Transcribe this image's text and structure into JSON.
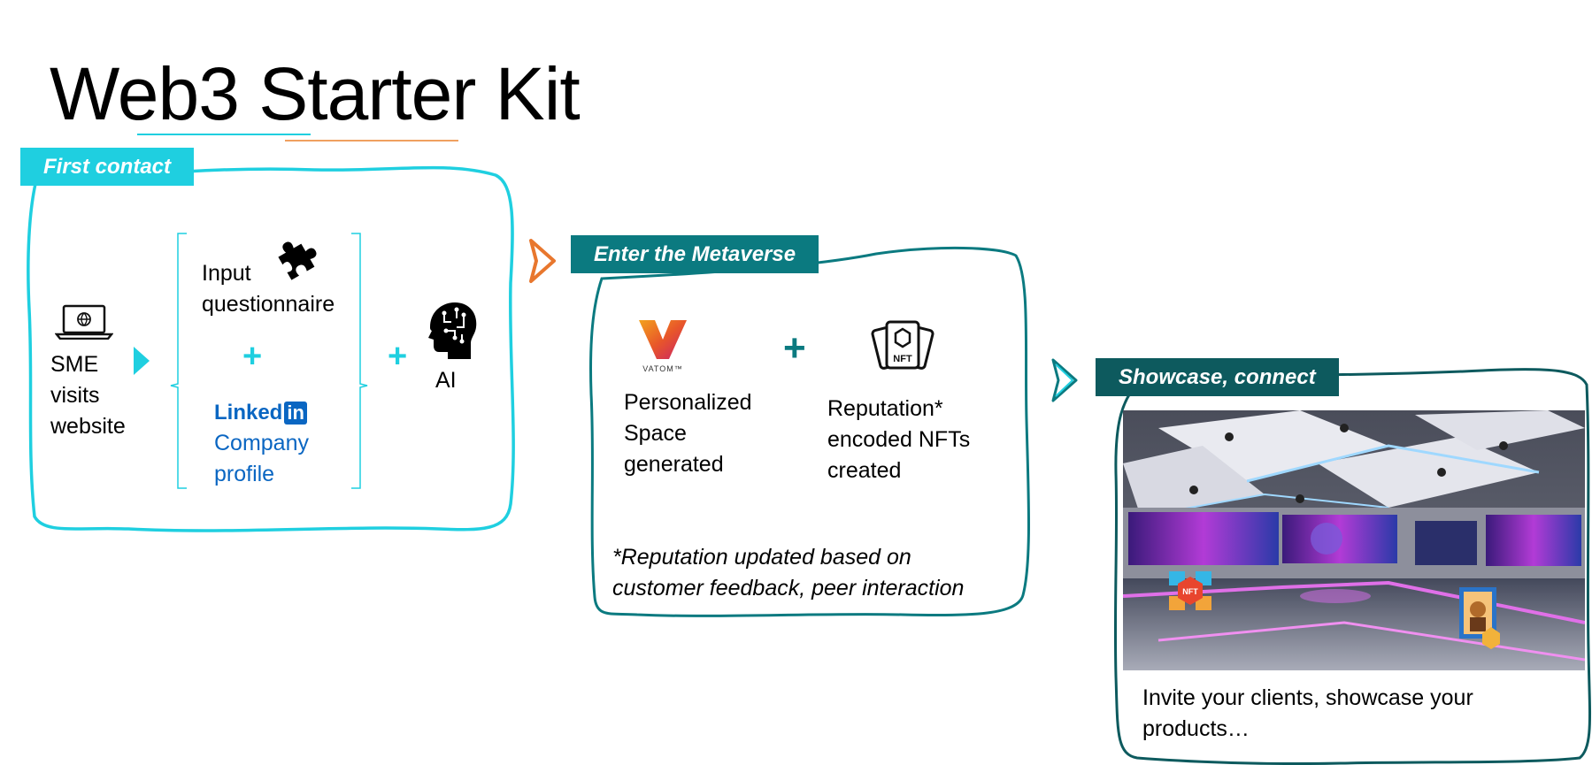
{
  "title": "Web3 Starter Kit",
  "colors": {
    "cyan": "#1fcfe0",
    "teal": "#0b7a80",
    "dark_teal": "#0d5a5e",
    "orange": "#e8772e",
    "linkedin_blue": "#0a66c2"
  },
  "first_contact": {
    "tag": "First contact",
    "sme_lines": [
      "SME",
      "visits",
      "website"
    ],
    "questionnaire_lines": [
      "Input",
      "questionnaire"
    ],
    "plus": "+",
    "linkedin_brand": "Linked",
    "linkedin_in": "in",
    "linkedin_lines": [
      "Company",
      "profile"
    ],
    "ai_label": "AI"
  },
  "metaverse": {
    "tag": "Enter the Metaverse",
    "vatom_logo_text": "VATOM™",
    "space_lines": [
      "Personalized",
      "Space",
      "generated"
    ],
    "plus": "+",
    "nft_icon_text": "NFT",
    "nft_lines": [
      "Reputation*",
      "encoded NFTs",
      "created"
    ],
    "footnote_lines": [
      "*Reputation updated based on",
      "customer feedback, peer interaction"
    ]
  },
  "showcase": {
    "tag": "Showcase, connect",
    "nft_badge": "NFT",
    "caption_lines": [
      "Invite your clients, showcase your",
      "products…"
    ]
  },
  "icons": [
    "laptop-globe-icon",
    "puzzle-icon",
    "ai-head-icon",
    "vatom-logo-icon",
    "nft-cards-icon",
    "play-arrow-icon",
    "chevron-arrow-icon"
  ]
}
